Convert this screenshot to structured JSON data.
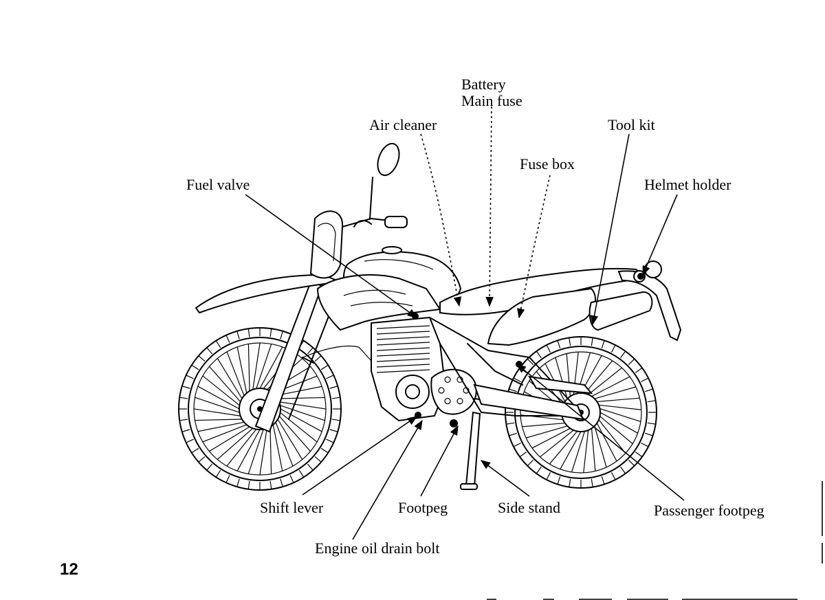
{
  "page_number": "12",
  "labels": {
    "battery": "Battery",
    "main_fuse": "Main fuse",
    "air_cleaner": "Air cleaner",
    "tool_kit": "Tool kit",
    "fuse_box": "Fuse box",
    "fuel_valve": "Fuel valve",
    "helmet_holder": "Helmet holder",
    "shift_lever": "Shift lever",
    "footpeg": "Footpeg",
    "side_stand": "Side stand",
    "passenger_footpeg": "Passenger footpeg",
    "engine_oil_drain_bolt": "Engine oil drain bolt"
  }
}
